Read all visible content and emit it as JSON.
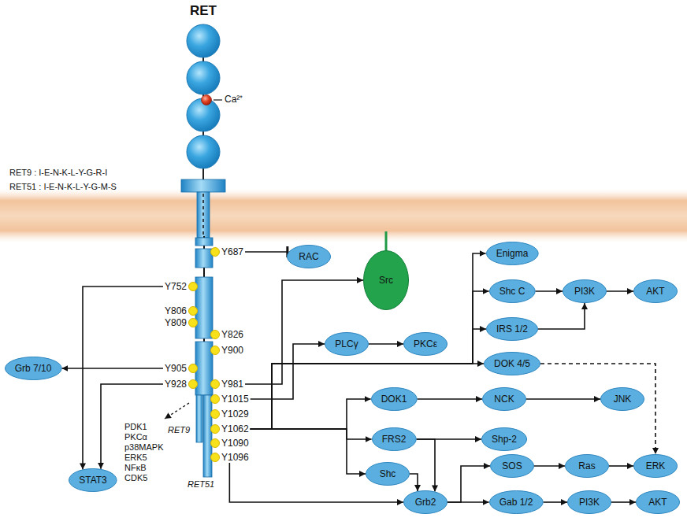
{
  "diagram": {
    "title": "RET",
    "nodes": [
      {
        "text": [
          "Y687"
        ]
      },
      {
        "text": [
          "RAC"
        ]
      },
      {
        "text": [
          "Src"
        ]
      },
      {
        "text": [
          "Enigma"
        ]
      },
      {
        "text": [
          "Y752"
        ]
      },
      {
        "text": [
          "Shc C"
        ]
      },
      {
        "text": [
          "PI3K"
        ]
      },
      {
        "text": [
          "AKT"
        ]
      },
      {
        "text": [
          "Y806"
        ]
      },
      {
        "text": [
          "Y809"
        ]
      },
      {
        "text": [
          "IRS 1/2"
        ]
      },
      {
        "text": [
          "Y826"
        ]
      },
      {
        "text": [
          "PLCγ"
        ]
      },
      {
        "text": [
          "PKCε"
        ]
      },
      {
        "text": [
          "Y900"
        ]
      },
      {
        "text": [
          "DOK 4/5"
        ]
      },
      {
        "text": [
          "Grb 7/10"
        ]
      },
      {
        "text": [
          "Y905"
        ]
      },
      {
        "text": [
          "Y928"
        ]
      },
      {
        "text": [
          "Y981"
        ]
      },
      {
        "text": [
          "Y1015"
        ]
      },
      {
        "text": [
          "DOK1"
        ]
      },
      {
        "text": [
          "NCK"
        ]
      },
      {
        "text": [
          "JNK"
        ]
      },
      {
        "text": [
          "Y1029"
        ]
      },
      {
        "text": [
          "Y1062"
        ]
      },
      {
        "text": [
          "FRS2"
        ]
      },
      {
        "text": [
          "Shp-2"
        ]
      },
      {
        "text": [
          "Y1090"
        ]
      },
      {
        "text": [
          "Y1096"
        ]
      },
      {
        "text": [
          "SOS"
        ]
      },
      {
        "text": [
          "Ras"
        ]
      },
      {
        "text": [
          "ERK"
        ]
      },
      {
        "text": [
          "Shc"
        ]
      },
      {
        "text": [
          "STAT3"
        ]
      },
      {
        "text": [
          "Grb2"
        ]
      },
      {
        "text": [
          "Gab 1/2"
        ]
      },
      {
        "text": [
          "PI3K"
        ]
      },
      {
        "text": [
          "AKT"
        ]
      }
    ],
    "edges": [
      {
        "from": 0,
        "to": 1,
        "arrow": "to"
      },
      {
        "from": 19,
        "to": 2,
        "arrow": "to"
      },
      {
        "from": 20,
        "to": 12,
        "arrow": "to"
      },
      {
        "from": 12,
        "to": 13,
        "arrow": "to"
      },
      {
        "from": 25,
        "to": 3,
        "arrow": "to"
      },
      {
        "from": 25,
        "to": 5,
        "arrow": "to"
      },
      {
        "from": 25,
        "to": 10,
        "arrow": "to"
      },
      {
        "from": 25,
        "to": 15,
        "arrow": "to"
      },
      {
        "from": 5,
        "to": 6,
        "arrow": "to"
      },
      {
        "from": 6,
        "to": 7,
        "arrow": "to"
      },
      {
        "from": 10,
        "to": 6,
        "arrow": "to"
      },
      {
        "from": 15,
        "to": 32,
        "arrow": "to"
      },
      {
        "from": 25,
        "to": 21,
        "arrow": "to"
      },
      {
        "from": 25,
        "to": 26,
        "arrow": "to"
      },
      {
        "from": 25,
        "to": 33,
        "arrow": "to"
      },
      {
        "from": 21,
        "to": 22,
        "arrow": "to"
      },
      {
        "from": 22,
        "to": 23,
        "arrow": "to"
      },
      {
        "from": 26,
        "to": 27,
        "arrow": "to"
      },
      {
        "from": 26,
        "to": 35,
        "arrow": "to"
      },
      {
        "from": 33,
        "to": 35,
        "arrow": "to"
      },
      {
        "from": 29,
        "to": 35,
        "arrow": "to"
      },
      {
        "from": 35,
        "to": 30,
        "arrow": "to"
      },
      {
        "from": 30,
        "to": 31,
        "arrow": "to"
      },
      {
        "from": 31,
        "to": 32,
        "arrow": "to"
      },
      {
        "from": 35,
        "to": 36,
        "arrow": "to"
      },
      {
        "from": 36,
        "to": 37,
        "arrow": "to"
      },
      {
        "from": 37,
        "to": 38,
        "arrow": "to"
      },
      {
        "from": 4,
        "to": 34,
        "arrow": "to"
      },
      {
        "from": 18,
        "to": 34,
        "arrow": "to"
      },
      {
        "from": 17,
        "to": 16,
        "arrow": "to"
      }
    ],
    "labels": [
      "RET9 : I-E-N-K-L-Y-G-R-I",
      "RET51 : I-E-N-K-L-Y-G-M-S",
      "Ca²⁺",
      "RET9",
      "RET51",
      "PDK1 PKCα p38MAPK ERK5 NFκB CDK5"
    ]
  }
}
